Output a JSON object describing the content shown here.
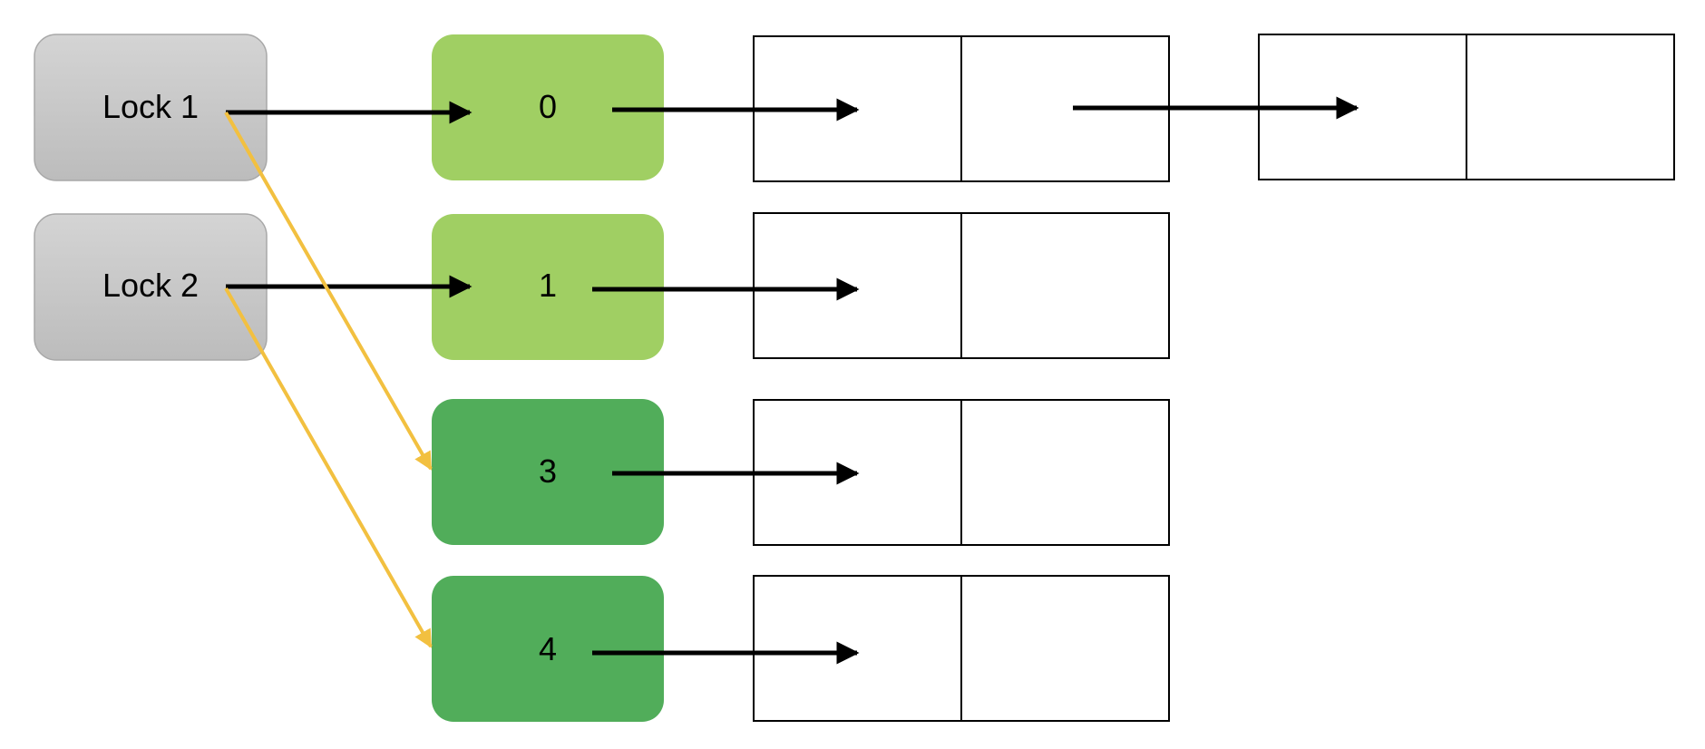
{
  "colors": {
    "lock_fill_top": "#d4d4d4",
    "lock_fill_bottom": "#bcbcbc",
    "bucket_light": "#a0cf63",
    "bucket_dark": "#51ad5a",
    "pointer_black": "#000000",
    "pointer_yellow": "#f2c040"
  },
  "locks": [
    {
      "label": "Lock 1"
    },
    {
      "label": "Lock 2"
    }
  ],
  "buckets": [
    {
      "label": "0",
      "shade": "light"
    },
    {
      "label": "1",
      "shade": "light"
    },
    {
      "label": "3",
      "shade": "dark"
    },
    {
      "label": "4",
      "shade": "dark"
    }
  ],
  "links": {
    "lock_to_bucket": [
      {
        "lock": "Lock 1",
        "bucket": "0",
        "color": "black"
      },
      {
        "lock": "Lock 2",
        "bucket": "1",
        "color": "black"
      },
      {
        "lock": "Lock 1",
        "bucket": "3",
        "color": "yellow"
      },
      {
        "lock": "Lock 2",
        "bucket": "4",
        "color": "yellow"
      }
    ],
    "bucket_chain_lengths": {
      "0": 2,
      "1": 1,
      "3": 1,
      "4": 1
    }
  }
}
